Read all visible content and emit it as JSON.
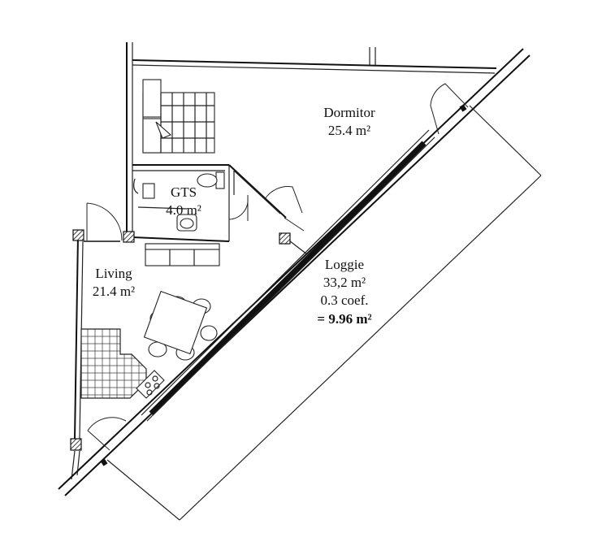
{
  "rooms": {
    "dormitor": {
      "name": "Dormitor",
      "area": "25.4 m²"
    },
    "gts": {
      "name": "GTS",
      "area": "4.0 m²"
    },
    "living": {
      "name": "Living",
      "area": "21.4 m²"
    },
    "loggie": {
      "name": "Loggie",
      "area": "33,2 m²",
      "coef": "0.3 coef.",
      "effective": "= 9.96 m²"
    }
  },
  "colors": {
    "line": "#111111",
    "background": "#ffffff"
  }
}
